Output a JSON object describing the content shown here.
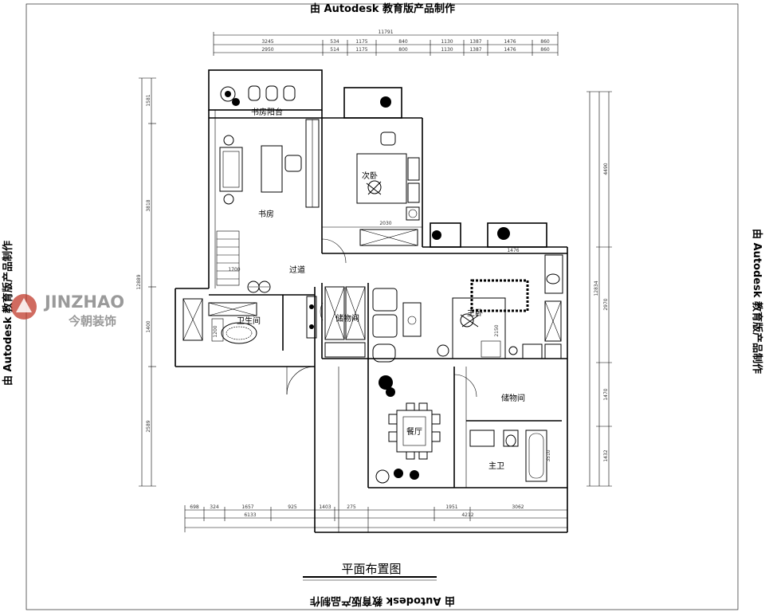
{
  "watermark": {
    "top": "由 Autodesk 教育版产品制作",
    "bottom": "由 Autodesk 教育版产品制作",
    "left": "由 Autodesk 教育版产品制作",
    "right": "由 Autodesk 教育版产品制作"
  },
  "logo": {
    "brand": "JINZHAO",
    "chinese": "今朝装饰"
  },
  "title": "平面布置图",
  "rooms": {
    "study_balcony": "书房阳台",
    "study": "书房",
    "second_bedroom": "次卧",
    "corridor": "过道",
    "storage_mid": "储物间",
    "bathroom_left": "卫生间",
    "master_bedroom": "主卧",
    "storage_right": "储物间",
    "dining": "餐厅",
    "master_bath": "主卫"
  },
  "dims": {
    "top_total": "11791",
    "top_row1": [
      "3245",
      "534",
      "1175",
      "840",
      "1130",
      "1387",
      "1476",
      "860"
    ],
    "top_row2": [
      "2950",
      "514",
      "1175",
      "800",
      "1130",
      "1387",
      "1476",
      "860"
    ],
    "left_total": "12889",
    "left_row": [
      "1581",
      "3818",
      "1400",
      "2589"
    ],
    "right_total": "12834",
    "right_row": [
      "4490",
      "2970",
      "1470",
      "1432"
    ],
    "bottom_row1": [
      "698",
      "324",
      "1657",
      "925",
      "1403",
      "275",
      "1951",
      "3062"
    ],
    "bottom_row2": [
      "6133",
      "4212"
    ],
    "inner": [
      "2030",
      "1476",
      "2150",
      "1700",
      "3510",
      "1200"
    ]
  }
}
